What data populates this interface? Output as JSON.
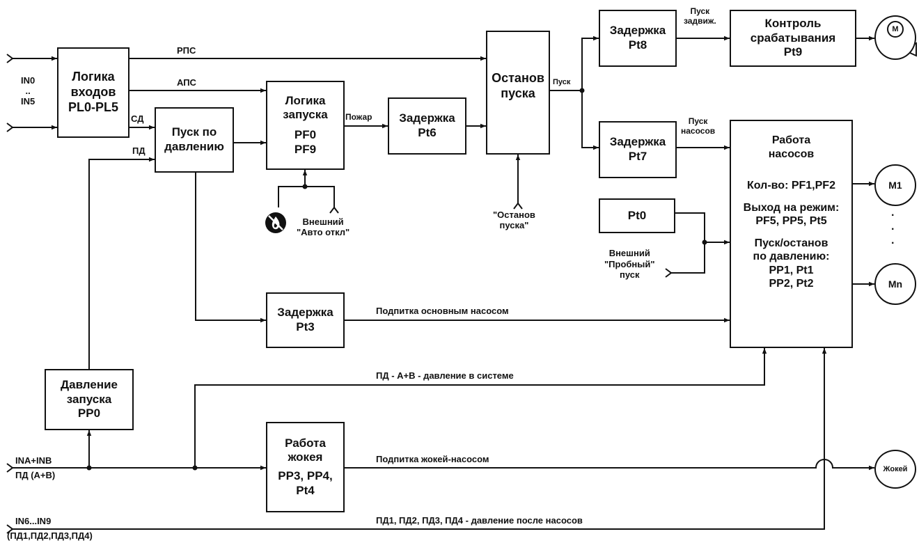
{
  "inputs": {
    "in0": "IN0",
    "dots": "..",
    "in5": "IN5",
    "ina_inb": "INA+INB",
    "pd_ab": "ПД (A+B)",
    "in6_in9": "IN6...IN9",
    "pd_list": "(ПД1,ПД2,ПД3,ПД4)"
  },
  "blocks": {
    "input_logic": [
      "Логика",
      "входов",
      "PL0-PL5"
    ],
    "pressure_start": [
      "Пуск по",
      "давлению"
    ],
    "start_logic": [
      "Логика",
      "запуска",
      "PF0",
      "PF9"
    ],
    "delay_pt6": [
      "Задержка",
      "Pt6"
    ],
    "stop_start": [
      "Останов",
      "пуска"
    ],
    "delay_pt8": [
      "Задержка",
      "Pt8"
    ],
    "trip_control": [
      "Контроль",
      "срабатывания",
      "Pt9"
    ],
    "delay_pt7": [
      "Задержка",
      "Pt7"
    ],
    "pt0": [
      "Pt0"
    ],
    "delay_pt3": [
      "Задержка",
      "Pt3"
    ],
    "start_pressure_pp0": [
      "Давление",
      "запуска",
      "PP0"
    ],
    "jockey_work": [
      "Работа",
      "жокея",
      "PP3, PP4,",
      "Pt4"
    ],
    "pumps_work": {
      "title": [
        "Работа",
        "насосов"
      ],
      "count": "Кол-во: PF1,PF2",
      "ramp": [
        "Выход на режим:",
        "PF5, PP5, Pt5"
      ],
      "pressure": [
        "Пуск/останов",
        "по давлению:",
        "PP1, Pt1",
        "PP2, Pt2"
      ]
    }
  },
  "signals": {
    "rps": "РПС",
    "aps": "АПС",
    "sd": "СД",
    "pd": "ПД",
    "fire": "Пожар",
    "start": "Пуск",
    "valve_start": [
      "Пуск",
      "задвиж."
    ],
    "pump_start": [
      "Пуск",
      "насосов"
    ],
    "external_auto_off": [
      "Внешний",
      "\"Авто откл\""
    ],
    "stop_start_ext": [
      "\"Останов",
      "пуска\""
    ],
    "external_test": [
      "Внешний",
      "\"Пробный\"",
      "пуск"
    ],
    "main_pump_feed": "Подпитка основным насосом",
    "system_pressure": "ПД - A+B - давление в системе",
    "jockey_feed": "Подпитка жокей-насосом",
    "after_pumps_pressure": "ПД1, ПД2, ПД3, ПД4 - давление после насосов"
  },
  "motors": {
    "m1": "M1",
    "mn": "Mn",
    "jockey": "Жокей",
    "valve_motor": "M",
    "vdots": [
      "·",
      "·",
      "·"
    ]
  },
  "icons": {
    "fire_sensor": "no-fire-icon",
    "valve": "valve-icon"
  }
}
